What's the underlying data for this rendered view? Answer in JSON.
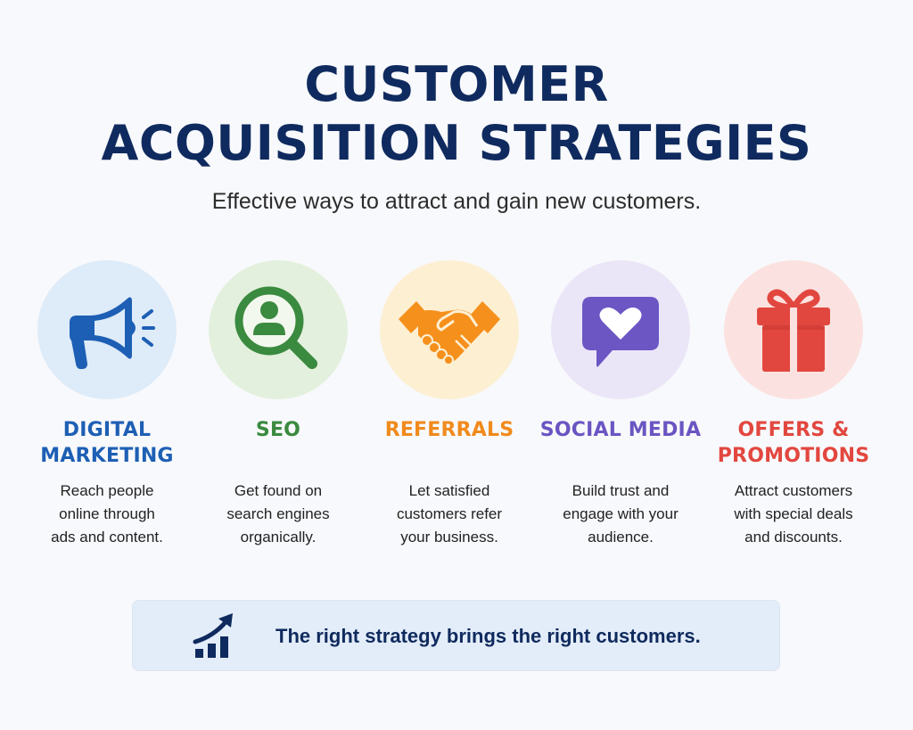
{
  "header": {
    "title_lines": [
      "CUSTOMER",
      "ACQUISITION STRATEGIES"
    ],
    "subtitle": "Effective ways to attract and gain new customers."
  },
  "strategies": [
    {
      "title_lines": [
        "DIGITAL",
        "MARKETING"
      ],
      "desc_lines": [
        "Reach people",
        "online through",
        "ads and content."
      ],
      "icon": "megaphone-icon",
      "color": "#1d5fb4",
      "bg": "#deebf8"
    },
    {
      "title_lines": [
        "SEO",
        ""
      ],
      "desc_lines": [
        "Get found on",
        "search engines",
        "organically."
      ],
      "icon": "magnifier-user-icon",
      "color": "#3a8a3f",
      "bg": "#e3f0dd"
    },
    {
      "title_lines": [
        "REFERRALS",
        ""
      ],
      "desc_lines": [
        "Let satisfied",
        "customers refer",
        "your business."
      ],
      "icon": "handshake-icon",
      "color": "#f08a1c",
      "bg": "#fdefd2"
    },
    {
      "title_lines": [
        "SOCIAL MEDIA",
        ""
      ],
      "desc_lines": [
        "Build trust and",
        "engage with your",
        "audience."
      ],
      "icon": "chat-heart-icon",
      "color": "#6a55c2",
      "bg": "#ebe6f7"
    },
    {
      "title_lines": [
        "OFFERS &",
        "PROMOTIONS"
      ],
      "desc_lines": [
        "Attract customers",
        "with special deals",
        "and discounts."
      ],
      "icon": "gift-icon",
      "color": "#e2473f",
      "bg": "#fbe2e0"
    }
  ],
  "banner": {
    "icon": "growth-chart-icon",
    "text": "The right strategy brings the right customers."
  },
  "colors": {
    "title": "#0f2a5e",
    "background": "#f8f9fc",
    "banner_bg": "#e3edf9"
  }
}
